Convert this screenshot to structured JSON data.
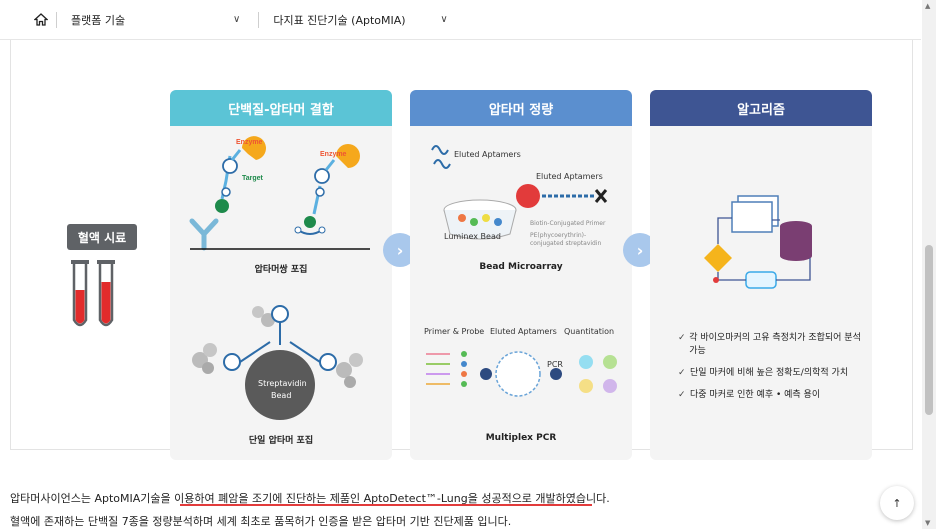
{
  "nav": {
    "home_icon": "home-icon",
    "crumb1": "플랫폼 기술",
    "crumb2": "다지표 진단기술 (AptoMIA)",
    "chevron": "∨"
  },
  "sample": {
    "label": "혈액 시료"
  },
  "columns": [
    {
      "title": "단백질-압타머 결합",
      "color": "#5bc4d6",
      "enzyme1": "Enzyme",
      "enzyme2": "Enzyme",
      "target": "Target",
      "caption1": "압타머쌍 포집",
      "streptavidin": "Streptavidin",
      "bead": "Bead",
      "caption2": "단일 압타머 포집"
    },
    {
      "title": "압타머 정량",
      "color": "#5b8fcf",
      "eluted1": "Eluted Aptamers",
      "eluted2": "Eluted Aptamers",
      "luminex": "Luminex Bead",
      "biotin": "Biotin-Conjugated Primer",
      "pe": "PE(phycoerythrin)-",
      "pe2": "conjugated streptavidin",
      "caption1": "Bead Microarray",
      "primer": "Primer & Probe",
      "eluted3": "Eluted Aptamers",
      "quant": "Quantitation",
      "pcr": "PCR",
      "caption2": "Multiplex PCR"
    },
    {
      "title": "알고리즘",
      "color": "#3e5593",
      "items": [
        "각 바이오마커의 고유 측정치가 조합되어 분석 가능",
        "단일 마커에 비해 높은 정확도/의학적 가치",
        "다중 마커로 인한 예후 • 예측 용이"
      ]
    }
  ],
  "arrows": {
    "icon": "›"
  },
  "check_icon": "✓",
  "body": {
    "line1_pre": "압타머사이언스는 AptoMIA기술을 이용하여 ",
    "line1_mid": "폐암을 조기에 진단하는 제품인 AptoDetect™-Lung을 성공적으로 개발하였습니다.",
    "line2": "혈액에 존재하는 단백질 7종을 정량분석하며 세계 최초로 품목허가 인증을 받은 압타머 기반 진단제품 입니다."
  },
  "top_button": "↑"
}
